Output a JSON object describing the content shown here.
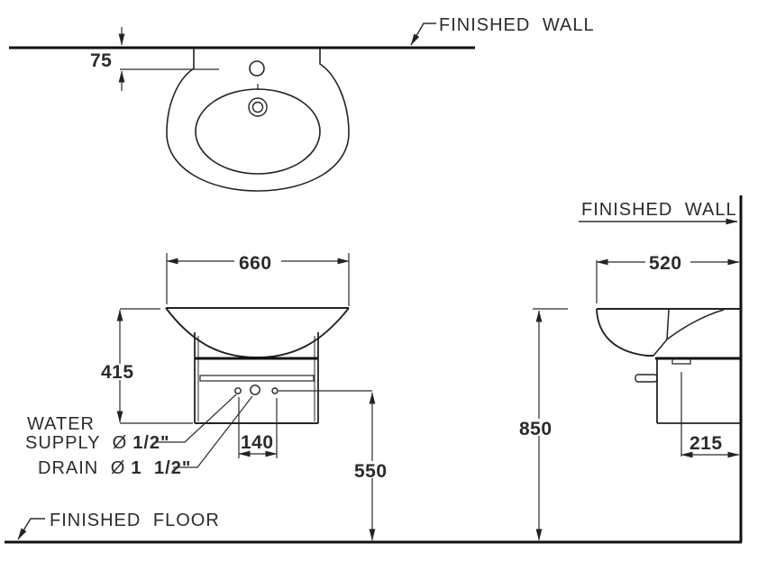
{
  "drawing": {
    "plan_view": {
      "wall_label": "FINISHED WALL",
      "rim_offset_dim": "75"
    },
    "front_view": {
      "width_dim": "660",
      "height_dim": "415",
      "supply_spacing_dim": "140",
      "drain_height_dim": "550",
      "water_label_line1": "WATER",
      "water_label_line2_prefix": "SUPPLY Ø",
      "water_supply_size": "1/2\"",
      "drain_label_prefix": "DRAIN Ø",
      "drain_size": "1 1/2\""
    },
    "side_view": {
      "wall_label": "FINISHED WALL",
      "depth_dim": "520",
      "rim_height_dim": "850",
      "drain_offset_dim": "215"
    },
    "floor_label": "FINISHED FLOOR"
  }
}
